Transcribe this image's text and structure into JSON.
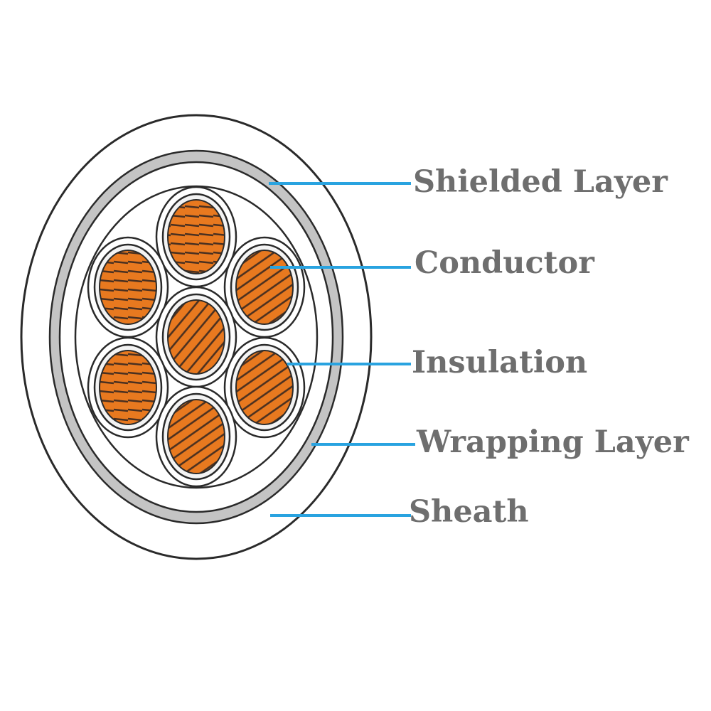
{
  "diagram": {
    "labels": {
      "shielded_layer": "Shielded Layer",
      "conductor": "Conductor",
      "insulation": "Insulation",
      "wrapping_layer": "Wrapping Layer",
      "sheath": "Sheath"
    },
    "colors": {
      "leader_line": "#29a3e0",
      "label_text": "#6e6e6e",
      "outline": "#2a2a2a",
      "shield_fill": "#c4c4c4",
      "conductor_fill": "#e8791f",
      "strand": "#4a3020"
    },
    "conductor_count": 7
  }
}
